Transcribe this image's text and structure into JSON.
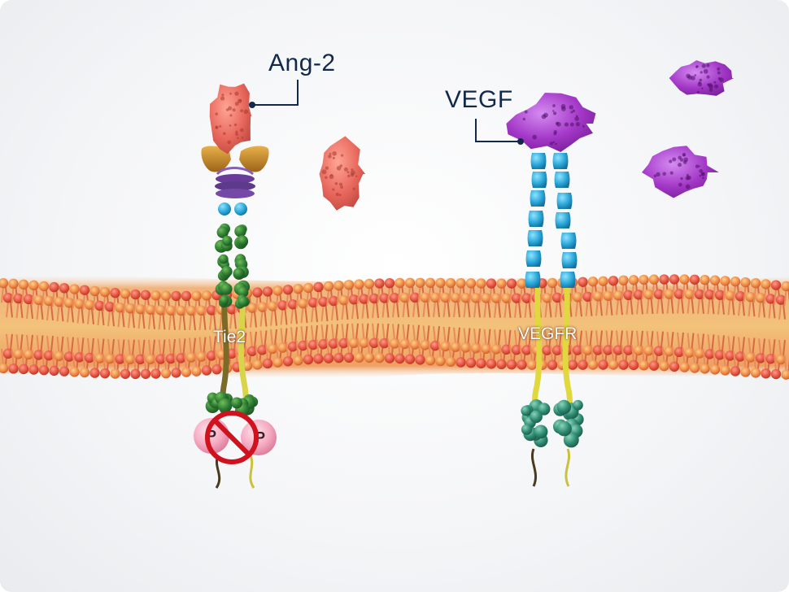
{
  "labels": {
    "ang2": "Ang-2",
    "vegf": "VEGF",
    "tie2": "Tie2",
    "vegfr": "VEGFR",
    "phospho_left": "P",
    "phospho_right": "P"
  },
  "colors": {
    "ang2": "#e8675c",
    "vegf": "#a236c6",
    "tie2_ig": "#2f7d34",
    "tie2_fibronectin": "#5e3a8c",
    "tie2_ligand_binding": "#c98a2a",
    "vegfr_ig": "#2aa7d8",
    "kinase_tie2": "#2f7d43",
    "kinase_vegfr": "#2e8a72",
    "transmembrane": "#d8d54a",
    "membrane_head": "#e5884a",
    "label_dark": "#13294b",
    "inhibit": "#d0121e",
    "phospho": "#f3a6bc"
  },
  "icons": {
    "inhibition": "prohibition-sign-icon"
  }
}
